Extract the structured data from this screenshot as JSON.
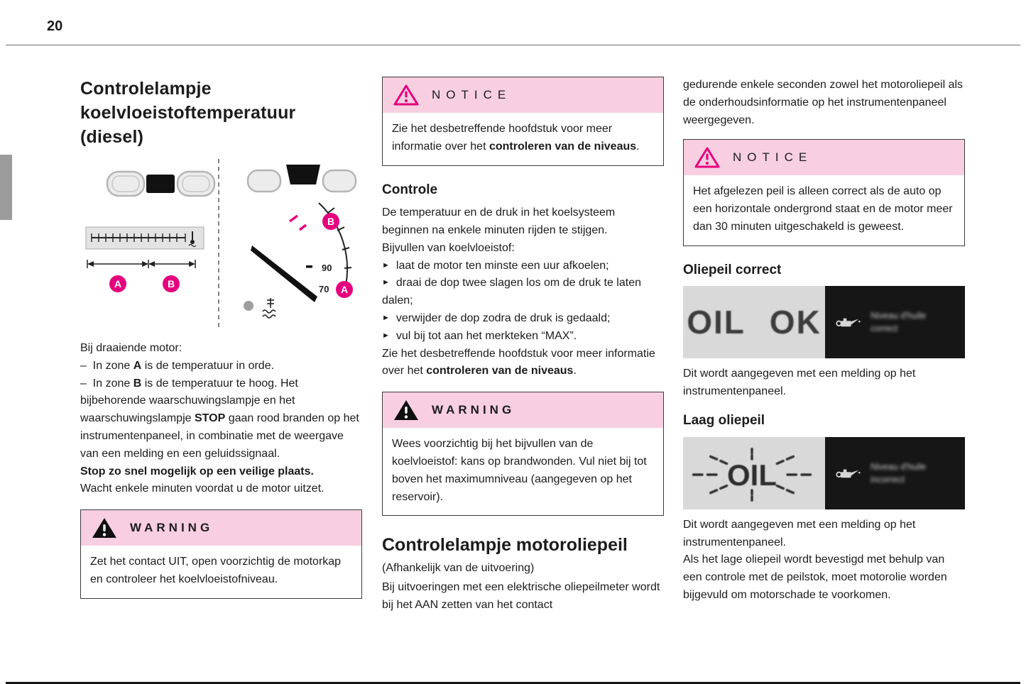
{
  "page": {
    "number": "20"
  },
  "colors": {
    "accent_magenta": "#e5007d",
    "notice_pink": "#f7cfe0",
    "panel_black": "#161616",
    "panel_gray": "#d9d9d9"
  },
  "col1": {
    "heading": "Controlelampje koelvloeistoftemperatuur (diesel)",
    "diagram": {
      "label_a": "A",
      "label_b": "B",
      "tick_90": "90",
      "tick_70": "70"
    },
    "motor_intro": "Bij draaiende motor:",
    "zone_a_pre": "–  In zone ",
    "zone_a_bold": "A",
    "zone_a_post": " is de temperatuur in orde.",
    "zone_b_pre": "–  In zone ",
    "zone_b_bold": "B",
    "zone_b_mid": " is de temperatuur te hoog. Het bijbehorende waarschuwingslampje en het waarschuwingslampje ",
    "zone_b_bold2": "STOP",
    "zone_b_post": " gaan rood branden op het instrumentenpaneel, in combinatie met de weergave van een melding en een geluidssignaal.",
    "stop_bold": "Stop zo snel mogelijk op een veilige plaats.",
    "wait_text": "Wacht enkele minuten voordat u de motor uitzet.",
    "warning": {
      "title": "WARNING",
      "body": "Zet het contact UIT, open voorzichtig de motorkap en controleer het koelvloeistofniveau."
    }
  },
  "col2": {
    "notice": {
      "title": "NOTICE",
      "body_pre": "Zie het desbetreffende hoofdstuk voor meer informatie over het ",
      "body_bold": "controleren van de niveaus",
      "body_post": "."
    },
    "controle_heading": "Controle",
    "p1": "De temperatuur en de druk in het koelsysteem beginnen na enkele minuten rijden te stijgen.",
    "p2": "Bijvullen van koelvloeistof:",
    "bullet_marker": "►",
    "bullets": [
      "laat de motor ten minste een uur afkoelen;",
      "draai de dop twee slagen los om de druk te laten dalen;",
      "verwijder de dop zodra de druk is gedaald;",
      "vul bij tot aan het merkteken “MAX”."
    ],
    "p3_pre": "Zie het desbetreffende hoofdstuk voor meer informatie over het ",
    "p3_bold": "controleren van de niveaus",
    "p3_post": ".",
    "warning": {
      "title": "WARNING",
      "body": "Wees voorzichtig bij het bijvullen van de koelvloeistof: kans op brandwonden. Vul niet bij tot boven het maximumniveau (aangegeven op het reservoir)."
    },
    "heading2": "Controlelampje motoroliepeil",
    "subnote": "(Afhankelijk van de uitvoering)",
    "p4": "Bij uitvoeringen met een elektrische oliepeilmeter wordt bij het AAN zetten van het contact"
  },
  "col3": {
    "p1": "gedurende enkele seconden zowel het motoroliepeil als de onderhoudsinformatie op het instrumentenpaneel weergegeven.",
    "notice": {
      "title": "NOTICE",
      "body": "Het afgelezen peil is alleen correct als de auto op een horizontale ondergrond staat en de motor meer dan 30 minuten uitgeschakeld is geweest."
    },
    "heading_ok": "Oliepeil correct",
    "oil_ok": {
      "display_text": "OIL OK",
      "label_line1": "Niveau d'huile",
      "label_line2": "correct"
    },
    "p2": "Dit wordt aangegeven met een melding op het instrumentenpaneel.",
    "heading_low": "Laag oliepeil",
    "oil_low": {
      "display_text": "OIL",
      "label_line1": "Niveau d'huile",
      "label_line2": "incorrect"
    },
    "p3": "Dit wordt aangegeven met een melding op het instrumentenpaneel.",
    "p4": "Als het lage oliepeil wordt bevestigd met behulp van een controle met de peilstok, moet motorolie worden bijgevuld om motorschade te voorkomen."
  }
}
